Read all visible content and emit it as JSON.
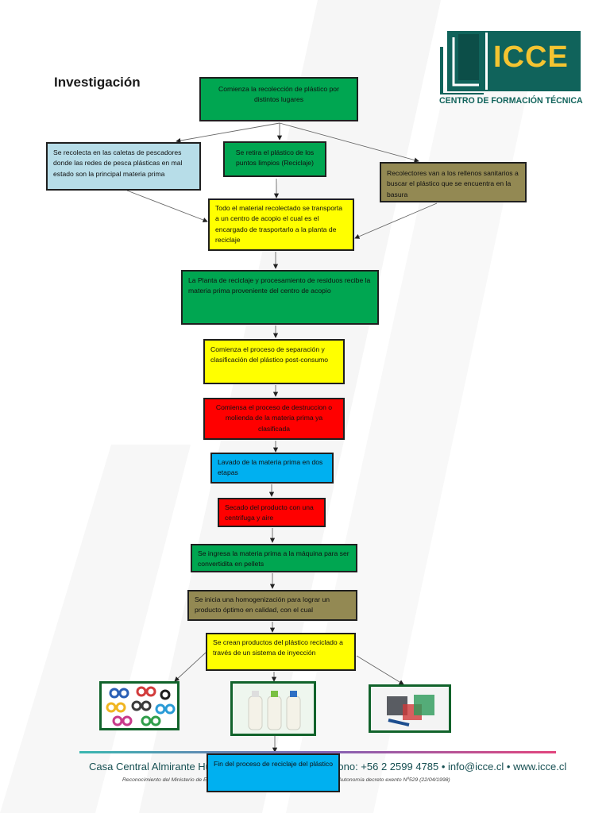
{
  "heading": "Investigación",
  "logo": {
    "name": "ICCE",
    "subtitle": "CENTRO DE FORMACIÓN TÉCNICA"
  },
  "colors": {
    "yellow": "#ffff00",
    "green": "#00a651",
    "red": "#ff0000",
    "blue": "#00b0f0",
    "light_blue": "#b7dde8",
    "olive": "#938953",
    "logo_teal": "#10635b"
  },
  "nodes": {
    "start": "Comienza la recolección de plástico por distintos lugares",
    "caletas": "Se recolecta en las caletas de pescadores donde las redes de pesca plásticas en mal estado son la principal materia prima",
    "puntos": "Se retira el plástico de los puntos limpios (Reciclaje)",
    "recolectores": "Recolectores van a los rellenos sanitarios a buscar el plástico que se encuentra en la basura",
    "transporte": "Todo el material recolectado se transporta a un centro de acopio el cual es el encargado de trasportarlo a la planta de reciclaje",
    "planta": "La Planta de reciclaje y procesamiento de residuos recibe la materia prima proveniente del centro de acopio",
    "separacion": "Comienza el proceso de separación y clasificación del plástico post-consumo",
    "destruccion": "Comiensa el proceso de destruccion o molienda de la materia prima ya clasificada",
    "lavado": "Lavado de la materia prima en dos etapas",
    "secado": "Secado del producto con una centrifuga y aire",
    "pellets": "Se ingresa la materia prima a la máquina para ser convertidita en pellets",
    "homogenizacion": "Se inicia una homogenización para lograr un producto óptimo en calidad, con el cual",
    "productos": "Se crean productos del plástico reciclado a través de un sistema de inyección",
    "fin": "Fin del proceso de reciclaje del plástico"
  },
  "footer": {
    "main": "Casa Central Almirante Hurtado 2069, Santiago · Teléfono: +56 2 2599 4785 • info@icce.cl • www.icce.cl",
    "sub": "Reconocimiento del Ministerio de Educación (Decreto exento Nº2 del 07/11/1981) y Plena Autonomía decreto exento Nº529 (22/04/1998)"
  }
}
